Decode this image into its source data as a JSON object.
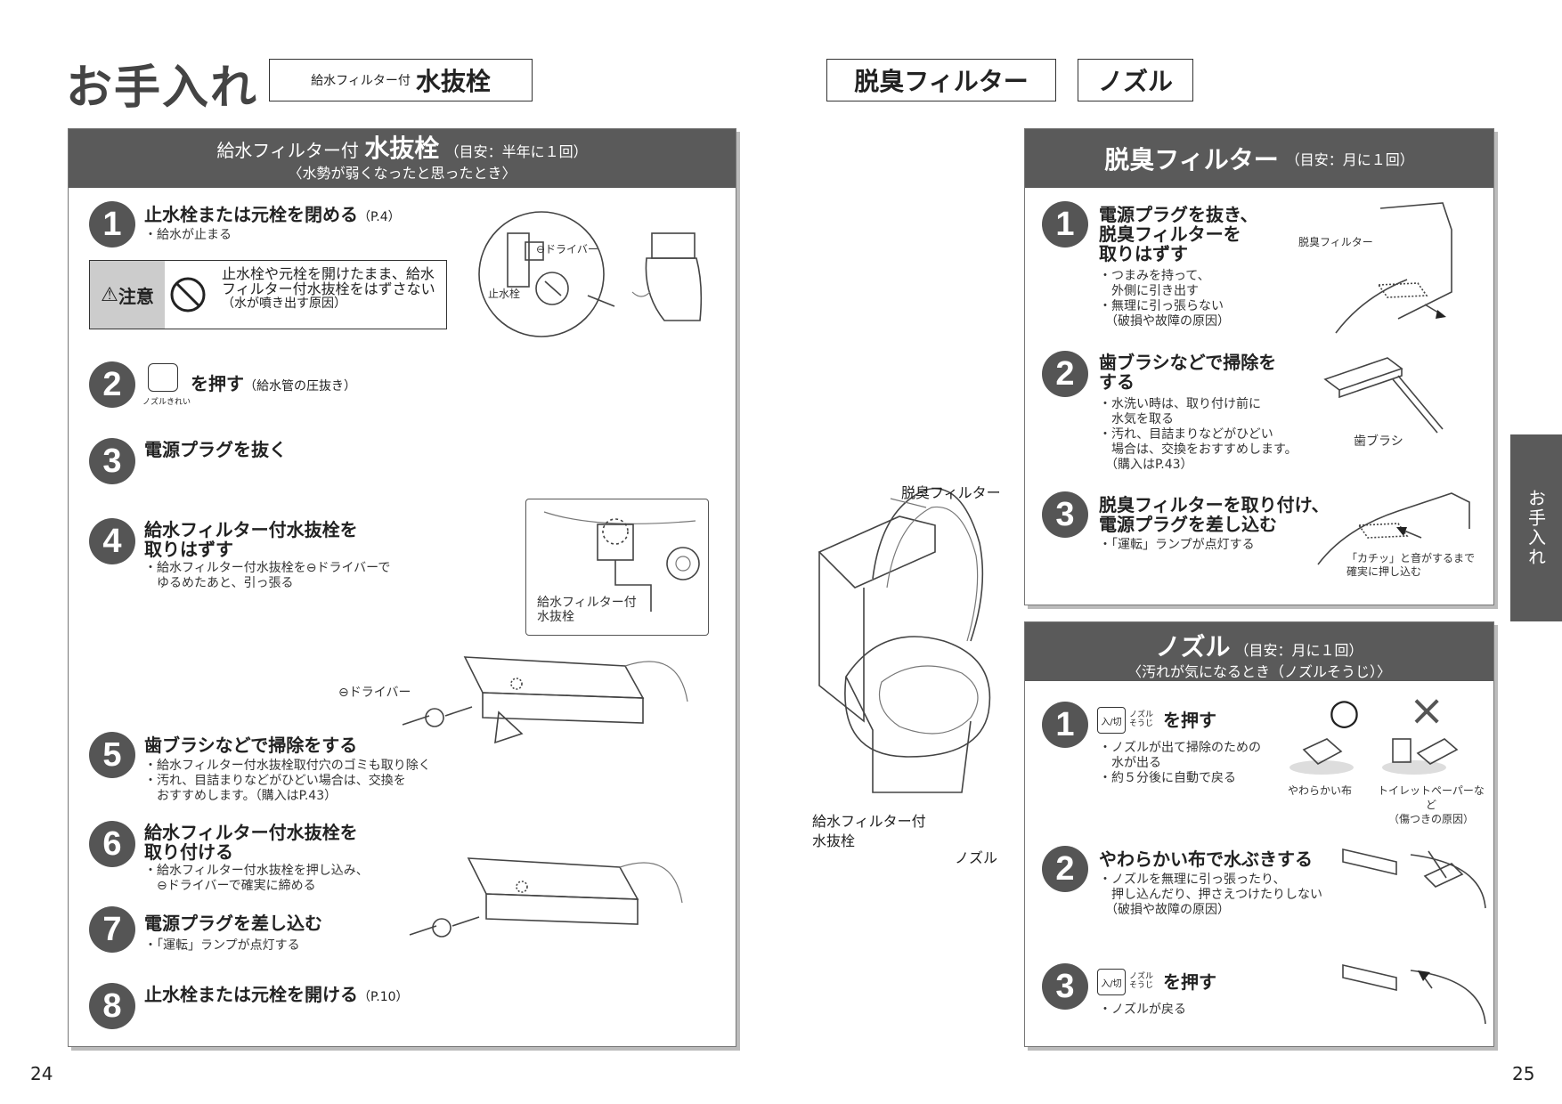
{
  "left": {
    "header": {
      "title": "お手入れ",
      "tag_small": "給水フィルター付",
      "tag_big": "水抜栓"
    },
    "panel": {
      "title_small": "給水フィルター付",
      "title_big": "水抜栓",
      "title_note": "（目安：半年に１回）",
      "subtitle": "〈水勢が弱くなったと思ったとき〉",
      "steps": [
        {
          "n": "1",
          "text": "止水栓または元栓を閉める",
          "ref": "（P.4）",
          "sub": [
            "・給水が止まる"
          ]
        },
        {
          "n": "2",
          "text": "を押す",
          "ref": "（給水管の圧抜き）",
          "button_caption": "ノズルきれい"
        },
        {
          "n": "3",
          "text": "電源プラグを抜く"
        },
        {
          "n": "4",
          "text": "給水フィルター付水抜栓を\n取りはずす",
          "sub": [
            "・給水フィルター付水抜栓を⊖ドライバーで",
            "　ゆるめたあと、引っ張る"
          ]
        },
        {
          "n": "5",
          "text": "歯ブラシなどで掃除をする",
          "sub": [
            "・給水フィルター付水抜栓取付穴のゴミも取り除く",
            "・汚れ、目詰まりなどがひどい場合は、交換を",
            "　おすすめします。（購入はP.43）"
          ]
        },
        {
          "n": "6",
          "text": "給水フィルター付水抜栓を\n取り付ける",
          "sub": [
            "・給水フィルター付水抜栓を押し込み、",
            "　⊖ドライバーで確実に締める"
          ]
        },
        {
          "n": "7",
          "text": "電源プラグを差し込む",
          "sub": [
            "・「運転」ランプが点灯する"
          ]
        },
        {
          "n": "8",
          "text": "止水栓または元栓を開ける",
          "ref": "（P.10）"
        }
      ],
      "caution": {
        "label": "注意",
        "line1": "止水栓や元栓を開けたまま、給水",
        "line2": "フィルター付水抜栓をはずさない",
        "line3": "（水が噴き出す原因）"
      },
      "labels": {
        "driver1": "⊖ドライバー",
        "shisuisen": "止水栓",
        "filter_label1": "給水フィルター付",
        "filter_label2": "水抜栓",
        "driver2": "⊖ドライバー"
      }
    },
    "page_number": "24"
  },
  "right": {
    "header": {
      "tag1": "脱臭フィルター",
      "tag2": "ノズル"
    },
    "toilet_labels": {
      "deodorizer": "脱臭フィルター",
      "water_filter1": "給水フィルター付",
      "water_filter2": "水抜栓",
      "nozzle": "ノズル"
    },
    "deodorizer": {
      "title": "脱臭フィルター",
      "title_note": "（目安：月に１回）",
      "steps": [
        {
          "n": "1",
          "text": "電源プラグを抜き、\n脱臭フィルターを\n取りはずす",
          "sub": [
            "・つまみを持って、",
            "　外側に引き出す",
            "・無理に引っ張らない",
            "　（破損や故障の原因）"
          ]
        },
        {
          "n": "2",
          "text": "歯ブラシなどで掃除を\nする",
          "sub": [
            "・水洗い時は、取り付け前に",
            "　水気を取る",
            "・汚れ、目詰まりなどがひどい",
            "　場合は、交換をおすすめします。",
            "　（購入はP.43）"
          ]
        },
        {
          "n": "3",
          "text": "脱臭フィルターを取り付け、\n電源プラグを差し込む",
          "sub": [
            "・「運転」ランプが点灯する"
          ]
        }
      ],
      "labels": {
        "filter": "脱臭フィルター",
        "brush": "歯ブラシ",
        "click1": "「カチッ」と音がするまで",
        "click2": "確実に押し込む"
      }
    },
    "nozzle": {
      "title": "ノズル",
      "title_note": "（目安：月に１回）",
      "subtitle": "〈汚れが気になるとき（ノズルそうじ）〉",
      "button_left": "入/切",
      "button_right": "ノズル\nそうじ",
      "steps": [
        {
          "n": "1",
          "text": "を押す",
          "sub": [
            "・ノズルが出て掃除のための",
            "　水が出る",
            "・約５分後に自動で戻る"
          ]
        },
        {
          "n": "2",
          "text": "やわらかい布で水ぶきする",
          "sub": [
            "・ノズルを無理に引っ張ったり、",
            "　押し込んだり、押さえつけたりしない",
            "　（破損や故障の原因）"
          ]
        },
        {
          "n": "3",
          "text": "を押す",
          "sub": [
            "・ノズルが戻る"
          ]
        }
      ],
      "labels": {
        "soft_cloth": "やわらかい布",
        "paper1": "トイレットペーパーなど",
        "paper2": "（傷つきの原因）",
        "ok": "○",
        "ng": "×"
      }
    },
    "side_tab": "お手入れ",
    "page_number": "25"
  }
}
